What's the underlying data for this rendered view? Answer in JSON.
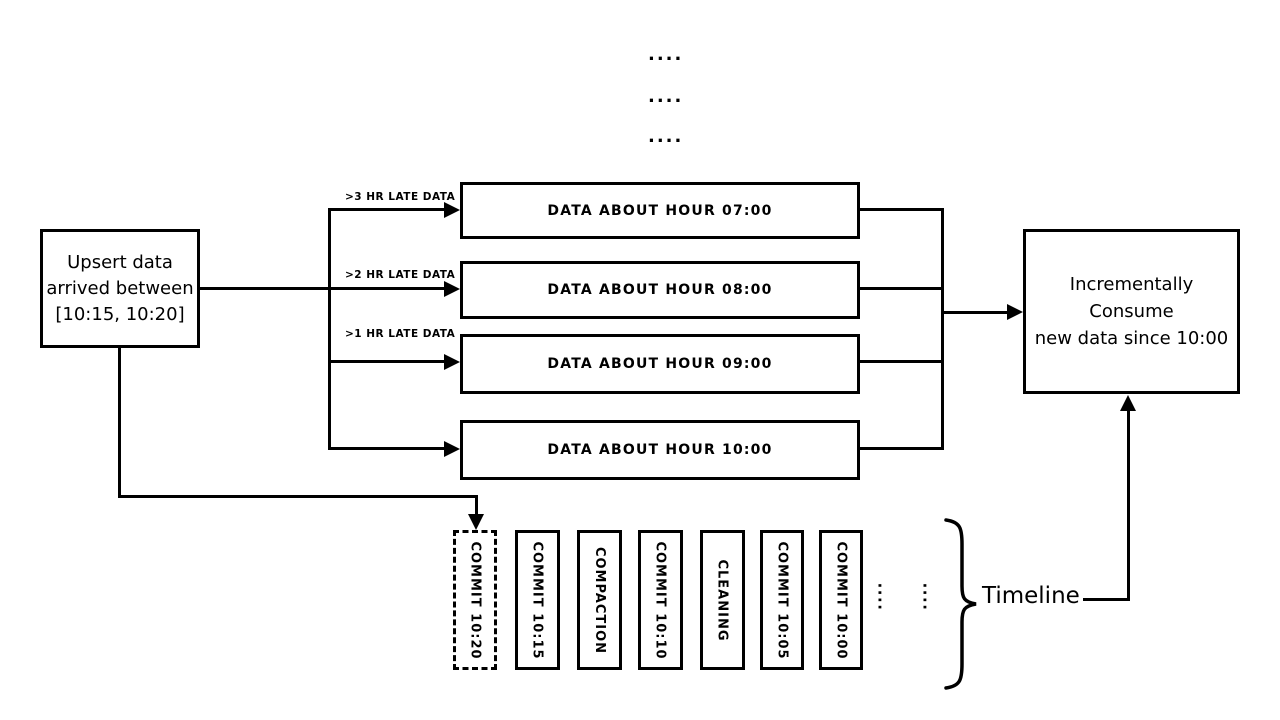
{
  "diagram": {
    "colors": {
      "line": "#000000",
      "background": "#ffffff"
    },
    "top_dots": [
      "....",
      "....",
      "...."
    ],
    "upsert_box": {
      "lines": [
        "Upsert data",
        "arrived between",
        "[10:15, 10:20]"
      ]
    },
    "late_labels": [
      ">3 HR LATE DATA",
      ">2 HR LATE DATA",
      ">1 HR LATE DATA"
    ],
    "data_boxes": [
      "DATA ABOUT HOUR 07:00",
      "DATA ABOUT HOUR 08:00",
      "DATA ABOUT HOUR 09:00",
      "DATA ABOUT HOUR 10:00"
    ],
    "consume_box": {
      "lines": [
        "Incrementally Consume",
        "new data since 10:00"
      ]
    },
    "timeline": {
      "items": [
        {
          "label": "COMMIT 10:20",
          "style": "dashed"
        },
        {
          "label": "COMMIT 10:15",
          "style": "solid"
        },
        {
          "label": "COMPACTION",
          "style": "solid"
        },
        {
          "label": "COMMIT 10:10",
          "style": "solid"
        },
        {
          "label": "CLEANING",
          "style": "solid"
        },
        {
          "label": "COMMIT 10:05",
          "style": "solid"
        },
        {
          "label": "COMMIT 10:00",
          "style": "solid"
        }
      ],
      "ellipses": [
        "....",
        "...."
      ],
      "label": "Timeline"
    }
  }
}
